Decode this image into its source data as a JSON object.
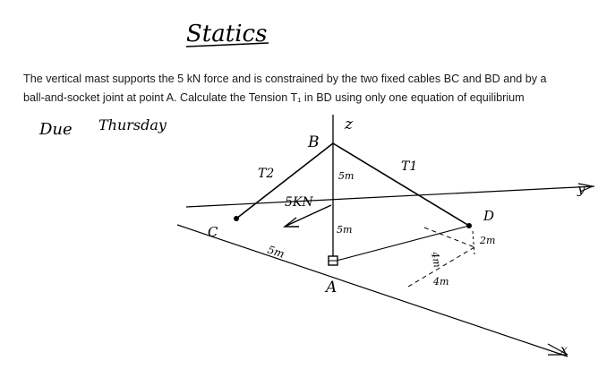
{
  "heading": "Statics",
  "problem": {
    "line1": "The vertical mast supports the 5 kN force and is constrained by the two fixed cables BC and BD and by a",
    "line2": "ball-and-socket joint at point A. Calculate the Tension T₁ in BD using only one equation of equilibrium"
  },
  "due_note": {
    "word1": "Due",
    "word2": "Thursday"
  },
  "diagram": {
    "point_labels": {
      "A": "A",
      "B": "B",
      "C": "C",
      "D": "D"
    },
    "axis_labels": {
      "z": "z",
      "y": "y",
      "x": "x"
    },
    "tension_labels": {
      "t2": "T2",
      "t1": "T1"
    },
    "force_label": "5KN",
    "dimension_labels": {
      "upper_mast": "5m",
      "lower_mast": "5m",
      "a_to_c": "5m",
      "d_x_offset": "4m",
      "d_y_offset": "4m",
      "d_z_height": "2m"
    }
  }
}
